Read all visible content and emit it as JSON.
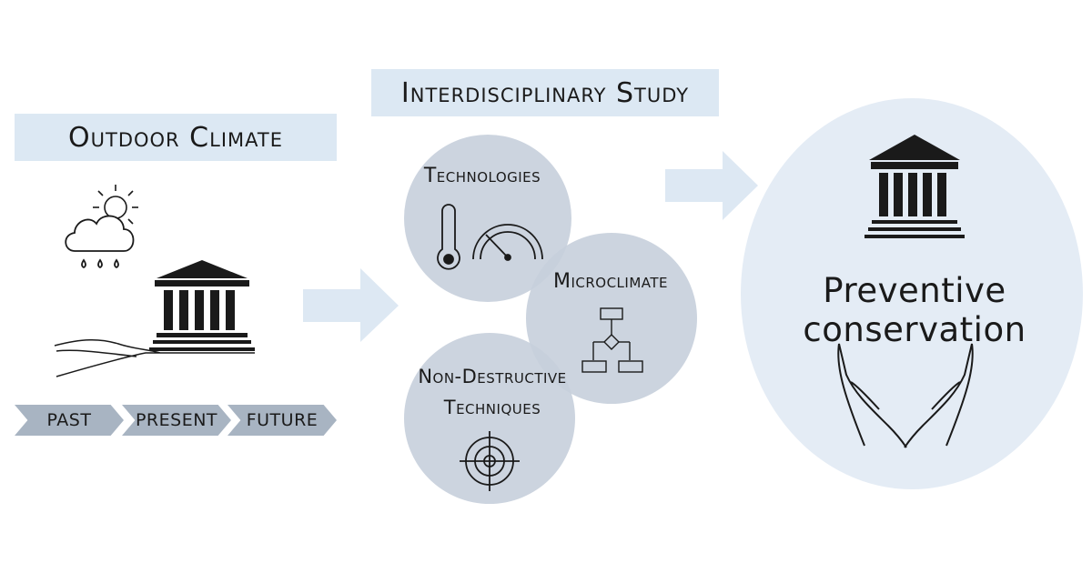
{
  "outdoor": {
    "title": "Outdoor Climate",
    "timeline": [
      "PAST",
      "PRESENT",
      "FUTURE"
    ]
  },
  "interdisciplinary": {
    "title": "Interdisciplinary Study",
    "circles": {
      "technologies": "Technologies",
      "microclimate": "Microclimate",
      "ndt_line1": "Non-Destructive",
      "ndt_line2": "Techniques"
    }
  },
  "result": {
    "label": "Preventive conservation"
  },
  "colors": {
    "label_bar": "#dce8f3",
    "arrow": "#dde8f3",
    "circle": "#c7cfdb",
    "big_ellipse": "#e4ecf5",
    "chevron": "#a8b4c2"
  },
  "icons": [
    "sun-icon",
    "cloud-rain-icon",
    "museum-icon",
    "land-icon",
    "thermometer-icon",
    "gauge-icon",
    "flowchart-icon",
    "target-icon",
    "hands-icon"
  ]
}
